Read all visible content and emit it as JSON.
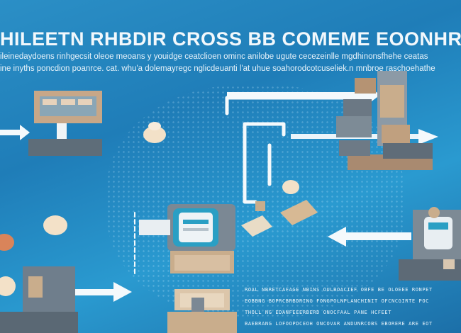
{
  "title": "HILEETN RHBDIR CROSS BB COMEME EOONHRDE",
  "subtitle_lines": [
    "ileinedaydoens rinhgecsit oleoe meoans y youidge ceatclioen ominc anilobe ugute cecezeinlle mgdhinonsfhehe ceatas",
    "ine inyths poncdion poanrce. cat. whu'a dolemayregc nglicdeuanti l'at uhue soahorodcotcuseliek.n mnbroe raschoehathe"
  ],
  "captions": [
    "ROAL NBRETCAFAGE NBINS OULBOACIEF OBFE BE OLOEEE RONPET",
    "EOBBNG BOPRCBRBDRING FONGPOLNPLANCHINIT OFCNCGIRTE POC",
    "THOLL NG EDANFEEERBERD ONOCFAAL PANE HCFEET",
    "BAEBRANG LOFOOPDCEOH ONCOVAR ANDUNRCOBS EBORERE ARE EOT"
  ],
  "colors": {
    "background": "#2282bf",
    "arrow": "#f4f9fc",
    "machine_gray": "#6f7e8c",
    "box_tan": "#c9ad8c",
    "accent_teal": "#2a9fc4",
    "accent_orange": "#d9845a"
  },
  "icons": [
    "factory-machine-icon",
    "robot-arm-icon",
    "cargo-crate-icon",
    "package-box-icon",
    "pin-marker-icon",
    "arrow-right-icon",
    "arrow-left-icon"
  ]
}
